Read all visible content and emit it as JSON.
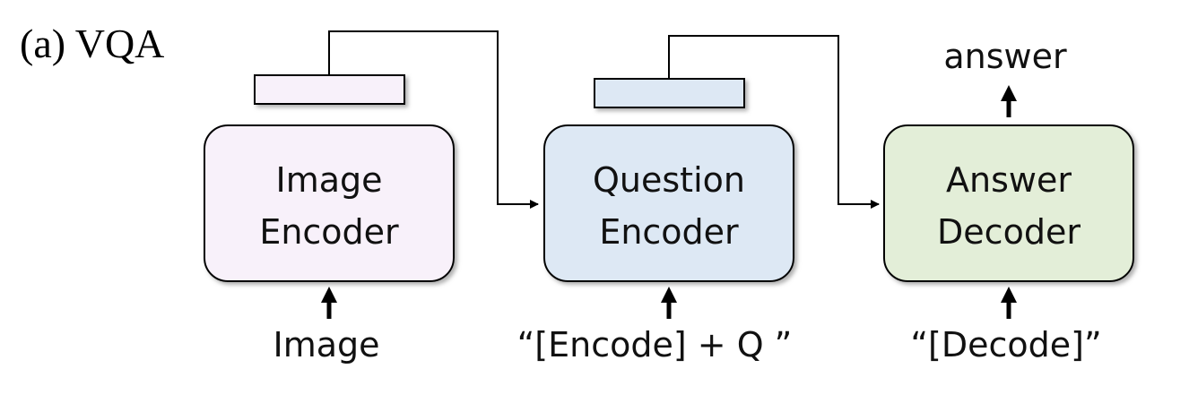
{
  "figure": {
    "label": "(a) VQA"
  },
  "modules": [
    {
      "id": "image-encoder",
      "line1": "Image",
      "line2": "Encoder",
      "fill": "#f8f1fa",
      "token_fill": "#f8f1fa",
      "input": "Image"
    },
    {
      "id": "question-encoder",
      "line1": "Question",
      "line2": "Encoder",
      "fill": "#dde8f4",
      "token_fill": "#dde8f4",
      "input": "“[Encode] + Q ”"
    },
    {
      "id": "answer-decoder",
      "line1": "Answer",
      "line2": "Decoder",
      "fill": "#e3eed8",
      "input": "“[Decode]”"
    }
  ],
  "output": {
    "label": "answer"
  },
  "colors": {
    "stroke": "#000000",
    "shadow": "#9a9a9a"
  }
}
